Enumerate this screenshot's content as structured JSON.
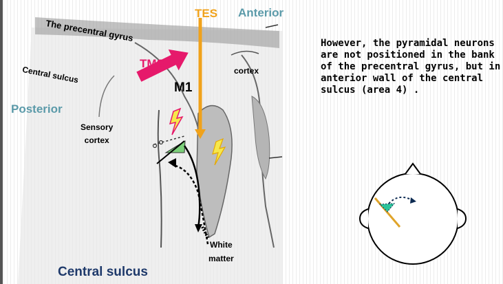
{
  "labels": {
    "tes": "TES",
    "anterior": "Anterior",
    "precentral_gyrus": "The precentral gyrus",
    "tms": "TMS",
    "central_sulcus_upper": "Central sulcus",
    "cortex": "cortex",
    "m1": "M1",
    "posterior": "Posterior",
    "sensory_line1": "Sensory",
    "sensory_line2": "cortex",
    "white_line1": "White",
    "white_line2": "matter",
    "central_sulcus_bottom": "Central sulcus"
  },
  "description": "However, the pyramidal neurons are not positioned in the bank of the precentral gyrus, but in anterior wall of the central sulcus (area 4) .",
  "colors": {
    "tes": "#f0a21b",
    "tms": "#e6196b",
    "region_label": "#5b9aa9",
    "central_sulcus_bottom": "#1f3a6b",
    "neuron": "#7ccf7a",
    "head_line": "#e0a42a",
    "head_arc": "#0d2b52"
  },
  "icons": {
    "tms_arrow": "thick-arrow-icon",
    "tes_arrow": "down-arrow-icon",
    "lightning": "lightning-bolt-icon",
    "head": "head-top-view-icon"
  }
}
